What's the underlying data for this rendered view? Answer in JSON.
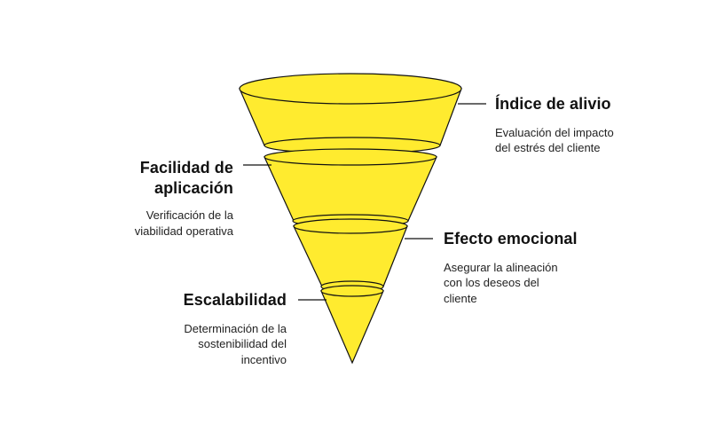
{
  "colors": {
    "funnel_fill": "#FFEB2F",
    "funnel_stroke": "#111111",
    "connector": "#111111"
  },
  "stages": [
    {
      "title": "Índice de alivio",
      "description_lines": [
        "Evaluación del impacto",
        "del estrés del cliente"
      ]
    },
    {
      "title_lines": [
        "Facilidad de",
        "aplicación"
      ],
      "description_lines": [
        "Verificación de la",
        "viabilidad operativa"
      ]
    },
    {
      "title": "Efecto emocional",
      "description_lines": [
        "Asegurar la alineación",
        "con los deseos del",
        "cliente"
      ]
    },
    {
      "title": "Escalabilidad",
      "description_lines": [
        "Determinación de la",
        "sostenibilidad del",
        "incentivo"
      ]
    }
  ]
}
